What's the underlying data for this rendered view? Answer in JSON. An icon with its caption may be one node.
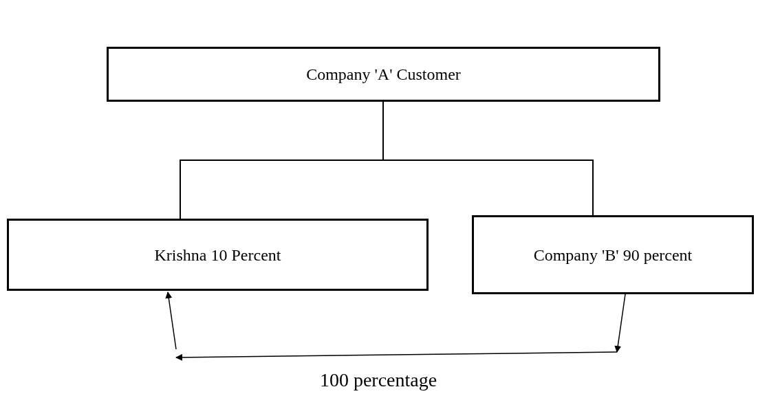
{
  "diagram": {
    "nodes": [
      {
        "text": [
          "Company 'A' Customer"
        ]
      },
      {
        "text": [
          "Krishna 10 Percent"
        ]
      },
      {
        "text": [
          "Company 'B' 90 percent"
        ]
      }
    ],
    "edges": [
      {
        "from": 0,
        "to": 1,
        "arrow": "none"
      },
      {
        "from": 0,
        "to": 2,
        "arrow": "none"
      },
      {
        "from": 2,
        "to": null,
        "arrow": "to"
      },
      {
        "from": null,
        "to": 1,
        "arrow": "to"
      }
    ],
    "labels": [
      "100 percentage"
    ]
  }
}
